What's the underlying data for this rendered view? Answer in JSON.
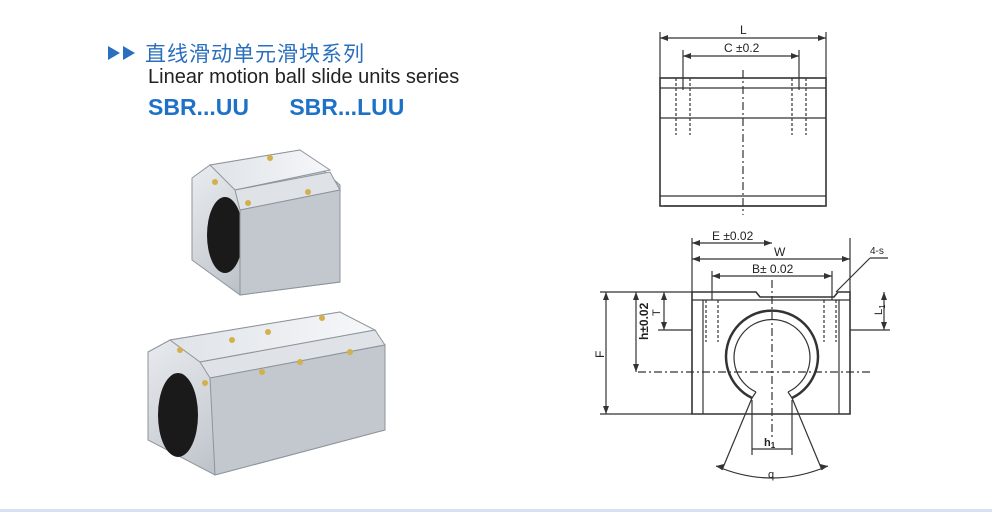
{
  "header": {
    "title_cn": "直线滑动单元滑块系列",
    "title_en": "Linear motion ball slide units series",
    "models": [
      "SBR...UU",
      "SBR...LUU"
    ]
  },
  "dims": {
    "L": "L",
    "C": "C ±0.2",
    "E": "E ±0.02",
    "W": "W",
    "B": "B± 0.02",
    "S": "4-s",
    "T": "T",
    "L1": "L",
    "L1_sub": "1",
    "F": "F",
    "h": "h±0.02",
    "h1": "h",
    "h1_sub": "1",
    "q": "q"
  },
  "colors": {
    "accent": "#2a6fbd",
    "model_blue": "#1d72c8",
    "line": "#333333"
  }
}
